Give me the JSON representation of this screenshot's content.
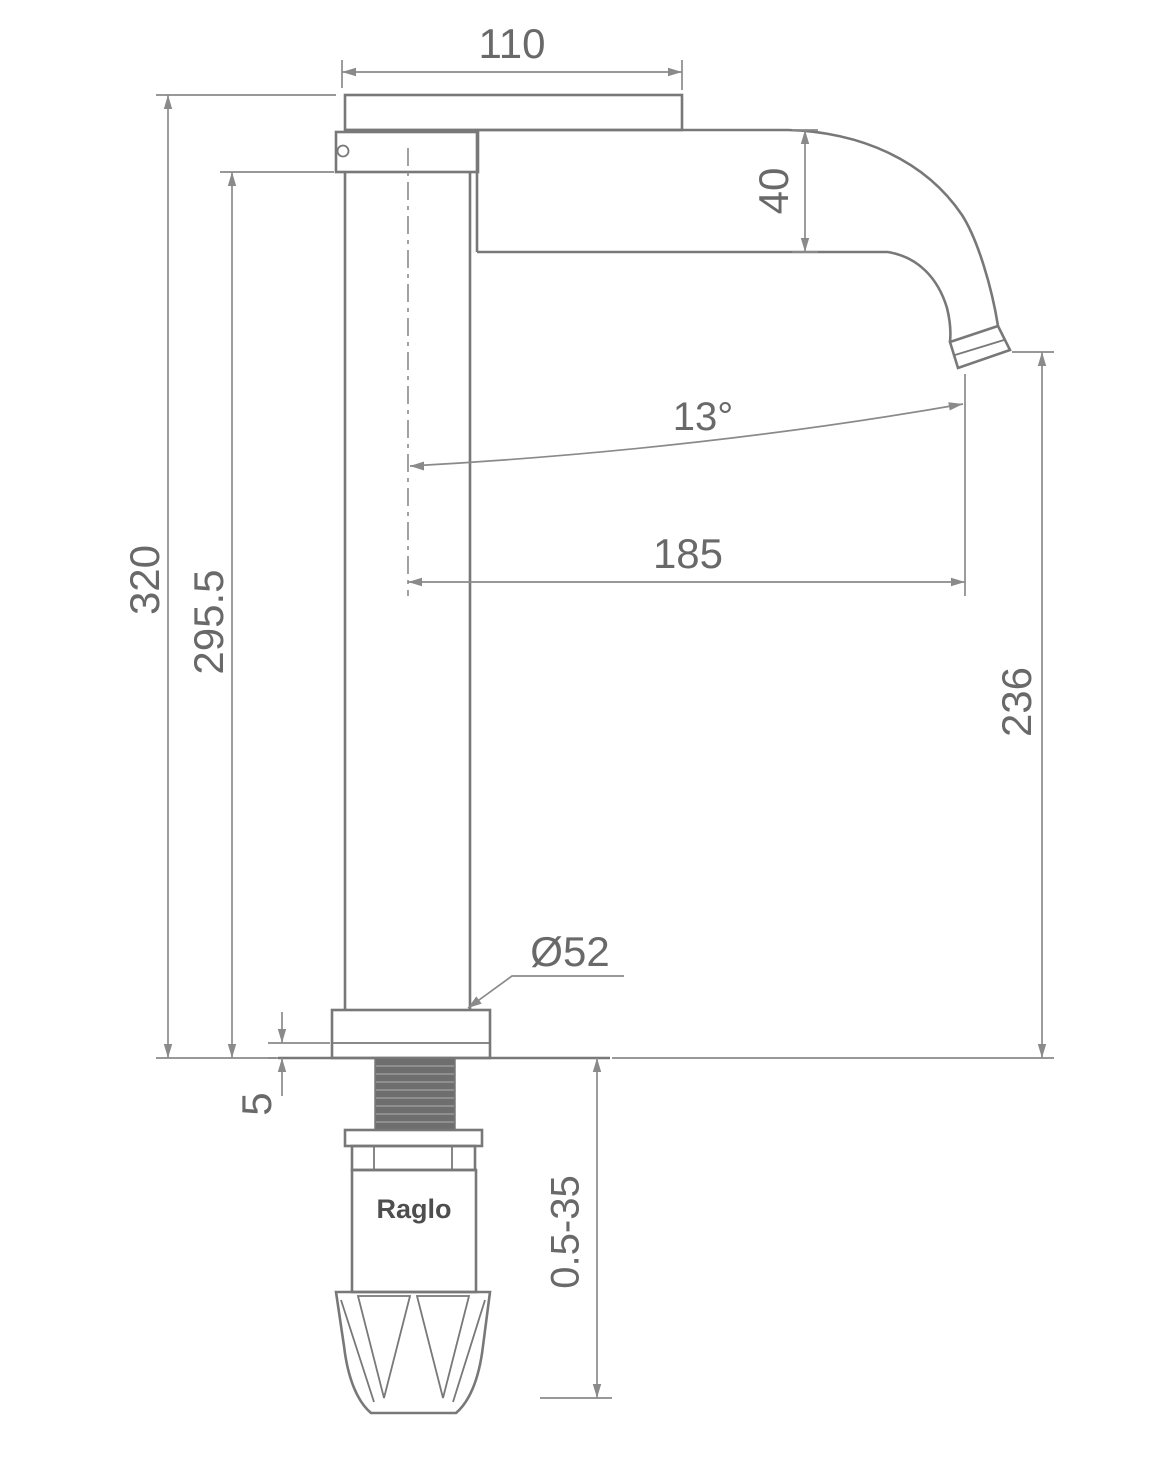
{
  "drawing": {
    "brand": "Raglo",
    "dims": {
      "lever_length": "110",
      "spout_body_height": "40",
      "spout_angle": "13°",
      "spout_reach": "185",
      "total_height": "320",
      "body_height": "295.5",
      "spout_height": "236",
      "base_diameter": "Ø52",
      "base_plate_thickness": "5",
      "mounting_thickness_range": "0.5-35"
    },
    "colors": {
      "line": "#787878",
      "dimension": "#8a8a8a",
      "text": "#696969",
      "brand_text": "#4e4e4e",
      "thread_fill": "#6e6e6e"
    }
  }
}
